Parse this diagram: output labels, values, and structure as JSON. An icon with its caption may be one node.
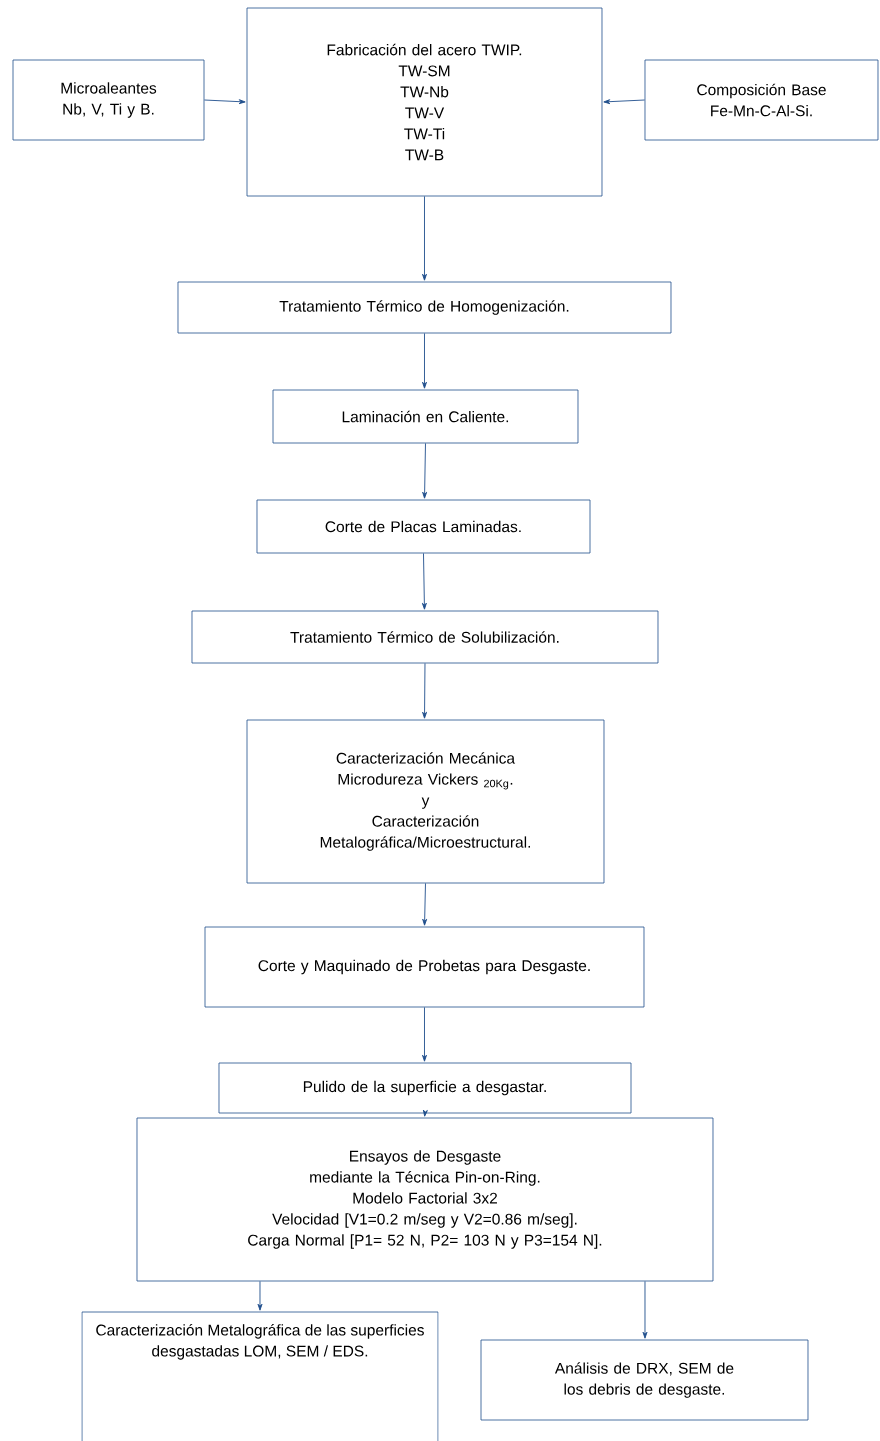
{
  "diagram": {
    "nodes": [
      {
        "text": [
          "Fabricación del acero TWIP.",
          "TW-SM",
          "TW-Nb",
          "TW-V",
          "TW-Ti",
          "TW-B"
        ]
      },
      {
        "text": [
          "Microaleantes Nb, V, Ti y B."
        ]
      },
      {
        "text": [
          "Composición Base Fe-Mn-C-Al-Si."
        ]
      },
      {
        "text": [
          "Tratamiento Térmico de Homogenización."
        ]
      },
      {
        "text": [
          "Laminación en Caliente."
        ]
      },
      {
        "text": [
          "Corte de Placas Laminadas."
        ]
      },
      {
        "text": [
          "Tratamiento Térmico de Solubilización."
        ]
      },
      {
        "text": [
          "Caracterización Mecánica",
          "Microdureza Vickers $_{20Kg}$.",
          "y",
          "Caracterización",
          "Metalográfica/Microestructural."
        ]
      },
      {
        "text": [
          "Corte y Maquinado de Probetas para Desgaste."
        ]
      },
      {
        "text": [
          "Pulido de la superficie a desgastar."
        ]
      },
      {
        "text": [
          "Ensayos de Desgaste",
          "mediante la Técnica Pin-on-Ring.",
          "Modelo Factorial 3x2",
          "Velocidad  [V1=0.2 m/seg y V2=0.86 m/seg].",
          "Carga Normal [P1= 52 N, P2= 103 N y P3=154 N]."
        ]
      },
      {
        "text": [
          "Caracterización Metalográfica de las superficies desgastadas LOM, SEM / EDS."
        ]
      },
      {
        "text": [
          "Análisis de DRX, SEM de los debris de desgaste."
        ]
      }
    ],
    "edges": [
      {
        "from": 1,
        "to": 0,
        "arrow": "to"
      },
      {
        "from": 2,
        "to": 0,
        "arrow": "to"
      },
      {
        "from": 0,
        "to": 3,
        "arrow": "to"
      },
      {
        "from": 3,
        "to": 4,
        "arrow": "to"
      },
      {
        "from": 4,
        "to": 5,
        "arrow": "to"
      },
      {
        "from": 5,
        "to": 6,
        "arrow": "to"
      },
      {
        "from": 6,
        "to": 7,
        "arrow": "to"
      },
      {
        "from": 7,
        "to": 8,
        "arrow": "to"
      },
      {
        "from": 8,
        "to": 9,
        "arrow": "to"
      },
      {
        "from": 9,
        "to": 10,
        "arrow": "to"
      },
      {
        "from": 10,
        "to": 11,
        "arrow": "to"
      },
      {
        "from": 10,
        "to": 12,
        "arrow": "to"
      }
    ]
  }
}
